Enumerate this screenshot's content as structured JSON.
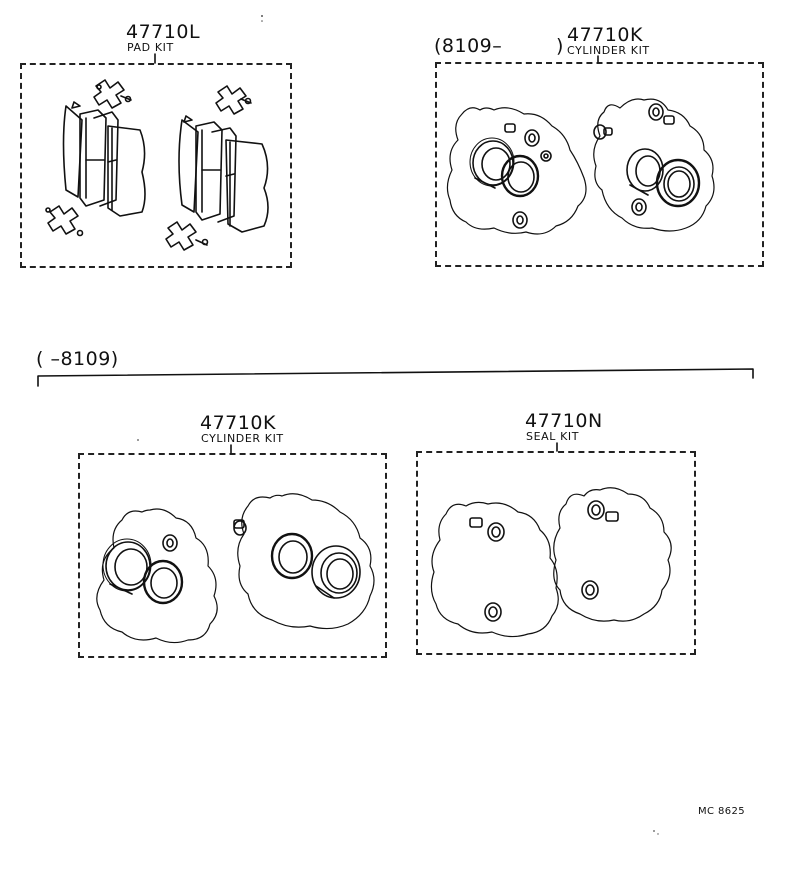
{
  "kits": [
    {
      "part_number": "47710L",
      "name": "PAD KIT"
    },
    {
      "part_number": "47710K",
      "name": "CYLINDER KIT"
    },
    {
      "part_number": "47710K",
      "name": "CYLINDER KIT"
    },
    {
      "part_number": "47710N",
      "name": "SEAL KIT"
    }
  ],
  "ranges": {
    "upper": "(8109–",
    "upper_close": ")",
    "lower": "(       –8109)"
  },
  "footer": {
    "code": "MC 8625"
  }
}
